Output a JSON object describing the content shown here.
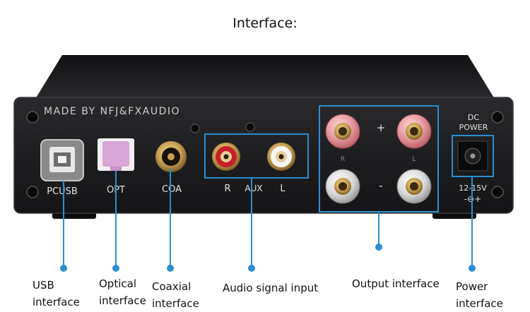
{
  "title": "Interface:",
  "device": {
    "brand_text": "MADE BY NFJ&FXAUDIO",
    "usb_label": "PCUSB",
    "opt_label": "OPT",
    "coa_label": "COA",
    "aux_r": "R",
    "aux_label": "AUX",
    "aux_l": "L",
    "plus": "+",
    "minus": "-",
    "spk_r": "R",
    "spk_l": "L",
    "dc_line1": "DC",
    "dc_line2": "POWER",
    "voltage": "12-15V",
    "polarity": "-⊖+"
  },
  "callouts": {
    "usb": [
      "USB",
      "interface"
    ],
    "optical": [
      "Optical",
      "interface"
    ],
    "coaxial": [
      "Coaxial",
      "interface"
    ],
    "audio_input": [
      "Audio signal input"
    ],
    "output": [
      "Output interface"
    ],
    "power": [
      "Power",
      "interface"
    ]
  },
  "colors": {
    "accent": "#2a8fd0",
    "chassis": "#1c1c1e",
    "optical_port": "#d9a6d8",
    "rca_red": "#c8202a",
    "gold": "#caa25a"
  }
}
